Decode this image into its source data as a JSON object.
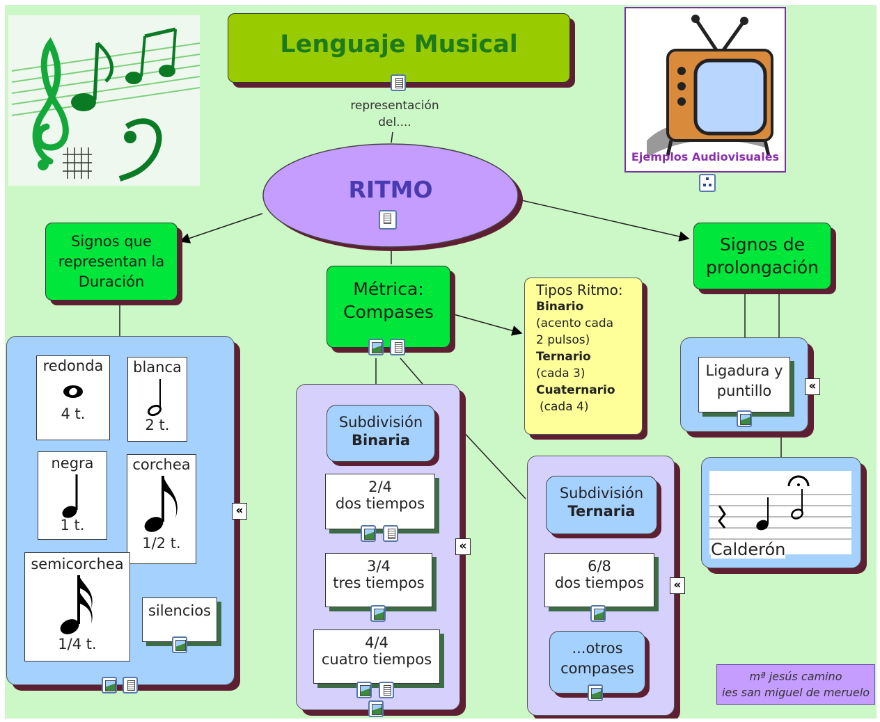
{
  "title": "Lenguaje Musical",
  "link_representacion": "representación del....",
  "central": "RITMO",
  "av_label": "Ejemplos Audiovisuales",
  "duration": {
    "title": "Signos que representan la Duración",
    "notes": {
      "redonda": {
        "name": "redonda",
        "value": "4 t."
      },
      "blanca": {
        "name": "blanca",
        "value": "2 t."
      },
      "negra": {
        "name": "negra",
        "value": "1 t."
      },
      "corchea": {
        "name": "corchea",
        "value": "1/2 t."
      },
      "semicorchea": {
        "name": "semicorchea",
        "value": "1/4 t."
      }
    },
    "silencios": "silencios"
  },
  "metrica": {
    "title": "Métrica: Compases",
    "binaria_line1": "Subdivisión",
    "binaria_line2": "Binaria",
    "c24_a": "2/4",
    "c24_b": "dos tiempos",
    "c34_a": "3/4",
    "c34_b": "tres tiempos",
    "c44_a": "4/4",
    "c44_b": "cuatro tiempos",
    "ternaria_line1": "Subdivisión",
    "ternaria_line2": "Ternaria",
    "c68_a": "6/8",
    "c68_b": "dos tiempos",
    "otros": "...otros compases"
  },
  "tipos": {
    "heading": "Tipos Ritmo:",
    "binario": "Binario",
    "binario_desc_1": "(acento cada",
    "binario_desc_2": "2 pulsos)",
    "ternario": "Ternario",
    "ternario_desc": "(cada 3)",
    "cuaternario": "Cuaternario",
    "cuaternario_desc": "(cada 4)"
  },
  "prolongacion": {
    "title": "Signos de prolongación",
    "ligadura": "Ligadura y puntillo",
    "calderon": "Calderón"
  },
  "credit_1": "mª jesús camino",
  "credit_2": "ies san miguel de meruelo",
  "colors": {
    "background": "#ccf7c6",
    "green_node": "#00e63b",
    "title_node": "#99cc00",
    "title_text": "#1d7a1d",
    "ellipse": "#c59cff",
    "ritmo_text": "#4a3ab0",
    "blue_panel": "#a5d1ff",
    "lavender_panel": "#d6d0fc",
    "tipos_box": "#ffff99",
    "credit_box": "#c59cff",
    "shadow": "#5e1f33"
  },
  "icons": [
    "document-icon",
    "image-icon",
    "concept-map-icon",
    "collapse-icon",
    "treble-clef-icon",
    "tv-icon"
  ]
}
